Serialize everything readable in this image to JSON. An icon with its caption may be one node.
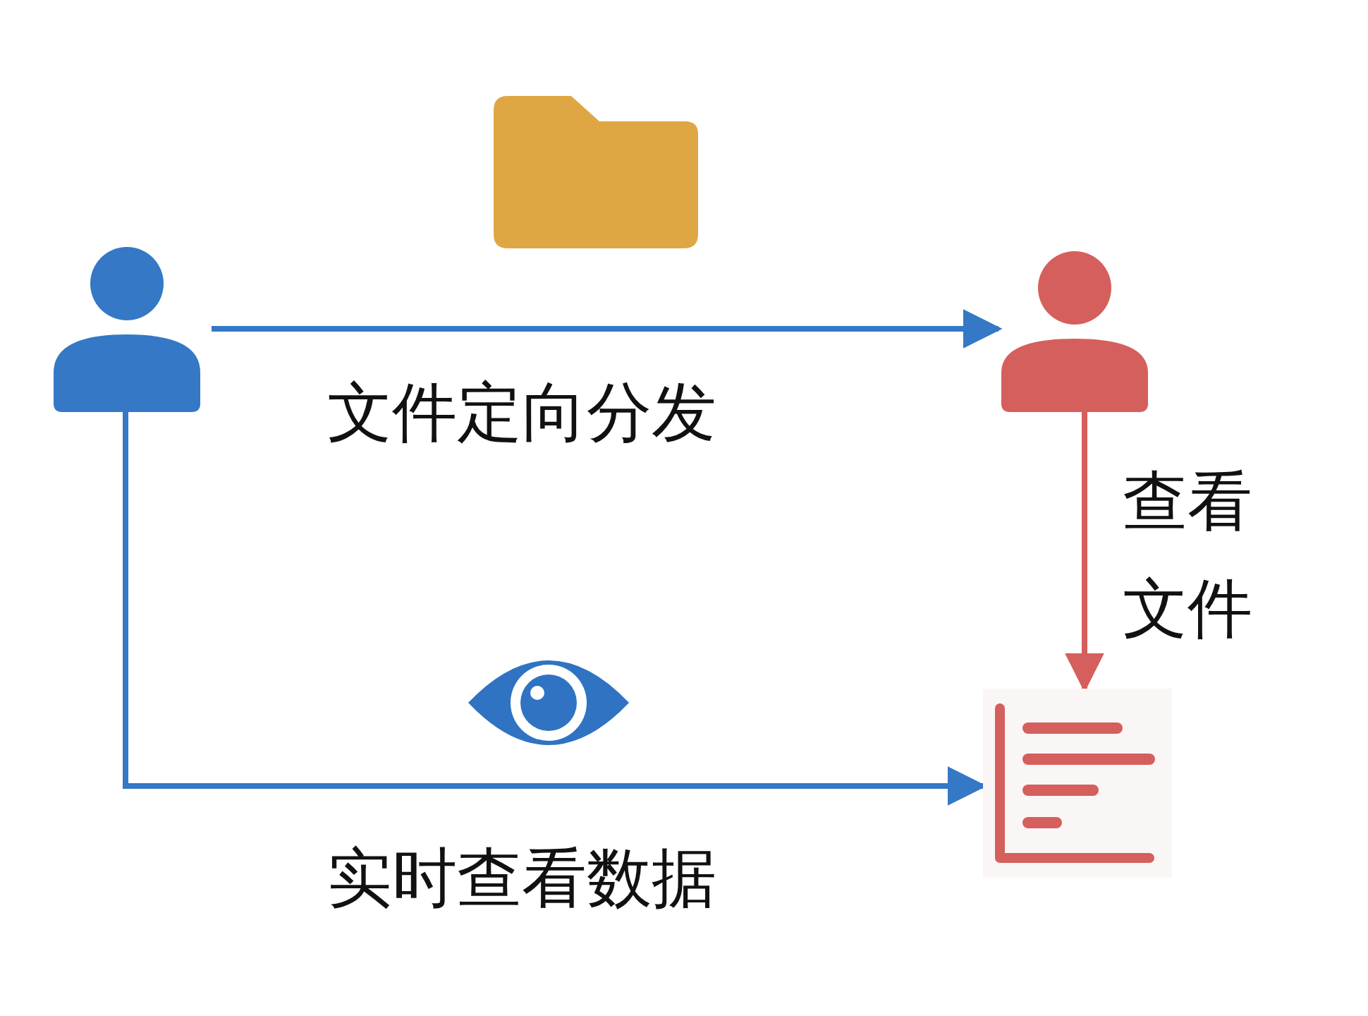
{
  "diagram": {
    "nodes": [
      {
        "text": [],
        "shape": "person"
      },
      {
        "text": [],
        "shape": "person"
      },
      {
        "text": [],
        "shape": "picture"
      }
    ],
    "edges": [
      {
        "from": 0,
        "to": 1,
        "arrow": "to",
        "label": "文件定向分发"
      },
      {
        "from": 1,
        "to": 2,
        "arrow": "to",
        "label": "查看文件",
        "color": "#d55f5c"
      },
      {
        "from": 0,
        "to": 2,
        "arrow": "to",
        "label": "实时查看数据"
      }
    ]
  }
}
